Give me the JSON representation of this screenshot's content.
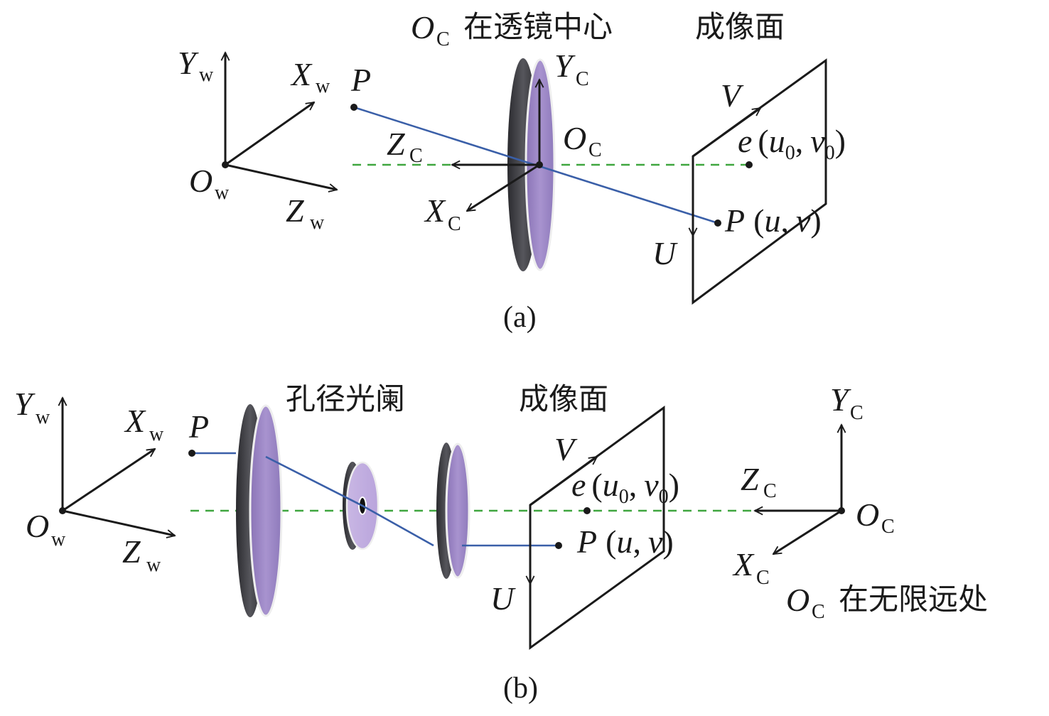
{
  "colors": {
    "ray": "#3a5fa8",
    "optical_axis": "#3fa63f",
    "lens_face": "#9b86c2",
    "lens_rim": "#3a3a3e",
    "axis": "#1a1a1a"
  },
  "panel_a": {
    "caption": "(a)",
    "heading_oc": "O",
    "heading_oc_sub": "C",
    "heading_text": "在透镜中心",
    "image_plane_label": "成像面",
    "world_axes": {
      "y": "Y",
      "x": "X",
      "z": "Z",
      "origin": "O",
      "sub": "w"
    },
    "camera_axes": {
      "y": "Y",
      "x": "X",
      "z": "Z",
      "origin": "O",
      "sub": "C"
    },
    "point_p": "P",
    "plane_v": "V",
    "plane_u": "U",
    "principal_point": {
      "name": "e",
      "open": "(",
      "u": "u",
      "u_sub": "0",
      "comma": ",",
      "v": "v",
      "v_sub": "0",
      "close": ")"
    },
    "image_point": {
      "name": "P",
      "open": "(",
      "u": "u",
      "comma": ",",
      "v": "v",
      "close": ")"
    }
  },
  "panel_b": {
    "caption": "(b)",
    "aperture_label": "孔径光阑",
    "image_plane_label": "成像面",
    "world_axes": {
      "y": "Y",
      "x": "X",
      "z": "Z",
      "origin": "O",
      "sub": "w"
    },
    "camera_axes": {
      "y": "Y",
      "x": "X",
      "z": "Z",
      "origin": "O",
      "sub": "C"
    },
    "infinity_oc": "O",
    "infinity_oc_sub": "C",
    "infinity_text": "在无限远处",
    "point_p": "P",
    "plane_v": "V",
    "plane_u": "U",
    "principal_point": {
      "name": "e",
      "open": "(",
      "u": "u",
      "u_sub": "0",
      "comma": ",",
      "v": "v",
      "v_sub": "0",
      "close": ")"
    },
    "image_point": {
      "name": "P",
      "open": "(",
      "u": "u",
      "comma": ",",
      "v": "v",
      "close": ")"
    }
  }
}
